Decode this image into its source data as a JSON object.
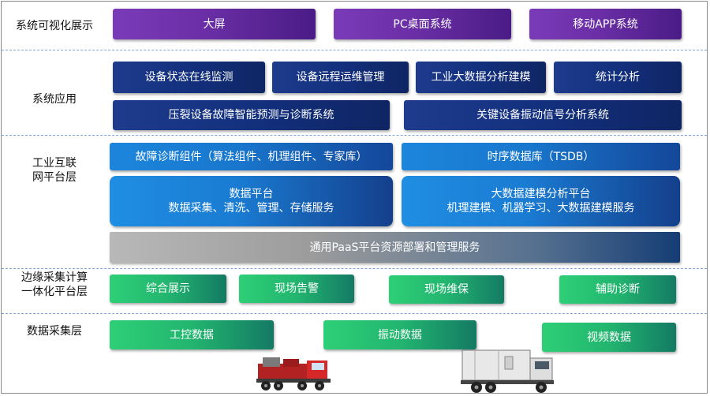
{
  "layers": [
    {
      "label": "系统可视化展示"
    },
    {
      "label": "系统应用"
    },
    {
      "label": "工业互联\n网平台层"
    },
    {
      "label": "边缘采集计算\n一体化平台层"
    },
    {
      "label": "数据采集层"
    }
  ],
  "visualization": [
    "大屏",
    "PC桌面系统",
    "移动APP系统"
  ],
  "applications": {
    "row1": [
      "设备状态在线监测",
      "设备远程运维管理",
      "工业大数据分析建模",
      "统计分析"
    ],
    "row2": [
      "压裂设备故障智能预测与诊断系统",
      "关键设备振动信号分析系统"
    ]
  },
  "platform": {
    "components": "故障诊断组件（算法组件、机理组件、专家库）",
    "tsdb": "时序数据库（TSDB）",
    "data_platform": {
      "title": "数据平台",
      "subtitle": "数据采集、清洗、管理、存储服务"
    },
    "bigdata_platform": {
      "title": "大数据建模分析平台",
      "subtitle": "机理建模、机器学习、大数据建模服务"
    },
    "paas": "通用PaaS平台资源部署和管理服务"
  },
  "edge": [
    "综合展示",
    "现场告警",
    "现场维保",
    "辅助诊断"
  ],
  "collection": [
    "工控数据",
    "振动数据",
    "视频数据"
  ],
  "colors": {
    "purple": "#6b2ea6",
    "navy": "#13307e",
    "blue": "#1877cd",
    "green": "#22b56f",
    "gray": "#9c9c9c",
    "separator": "#7fa6d6"
  }
}
